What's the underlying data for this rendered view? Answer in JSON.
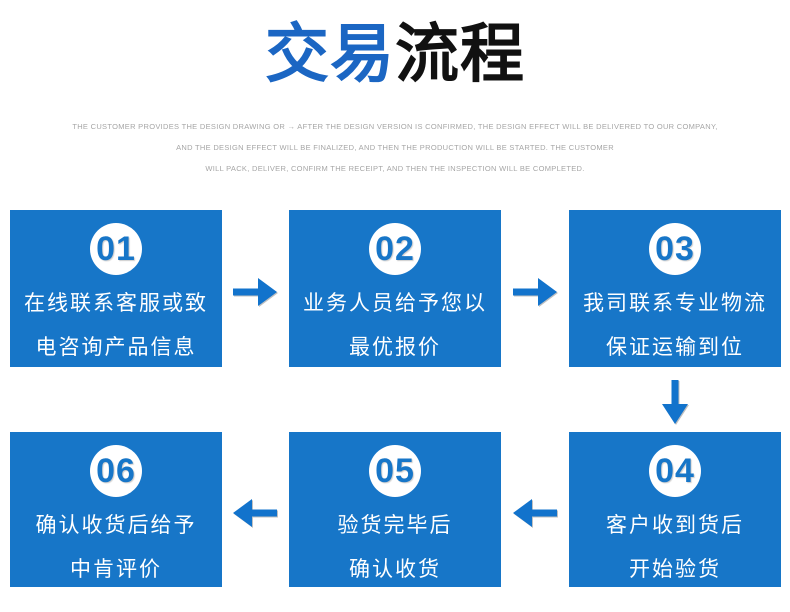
{
  "header": {
    "title_blue": "交易",
    "title_black": "流程",
    "subtitle_lines": [
      "THE CUSTOMER PROVIDES THE DESIGN DRAWING OR → AFTER THE DESIGN VERSION IS CONFIRMED, THE DESIGN EFFECT WILL BE DELIVERED TO OUR COMPANY,",
      "AND THE DESIGN EFFECT WILL BE FINALIZED, AND THEN THE PRODUCTION WILL BE STARTED. THE CUSTOMER",
      "WILL PACK, DELIVER, CONFIRM THE RECEIPT, AND THEN THE INSPECTION WILL BE COMPLETED."
    ]
  },
  "steps": [
    {
      "number": "01",
      "line1": "在线联系客服或致",
      "line2": "电咨询产品信息"
    },
    {
      "number": "02",
      "line1": "业务人员给予您以",
      "line2": "最优报价"
    },
    {
      "number": "03",
      "line1": "我司联系专业物流",
      "line2": "保证运输到位"
    },
    {
      "number": "04",
      "line1": "客户收到货后",
      "line2": "开始验货"
    },
    {
      "number": "05",
      "line1": "验货完毕后",
      "line2": "确认收货"
    },
    {
      "number": "06",
      "line1": "确认收货后给予",
      "line2": "中肯评价"
    }
  ],
  "icons": {
    "arrow_right": "→",
    "arrow_down": "↓",
    "arrow_left": "←"
  },
  "colors": {
    "box_blue": "#1776c8",
    "title_blue": "#1b66c3",
    "title_black": "#111111",
    "arrow_blue": "#1273cc",
    "subtitle_gray": "#a6a6a6",
    "step_text": "#ffffff"
  }
}
